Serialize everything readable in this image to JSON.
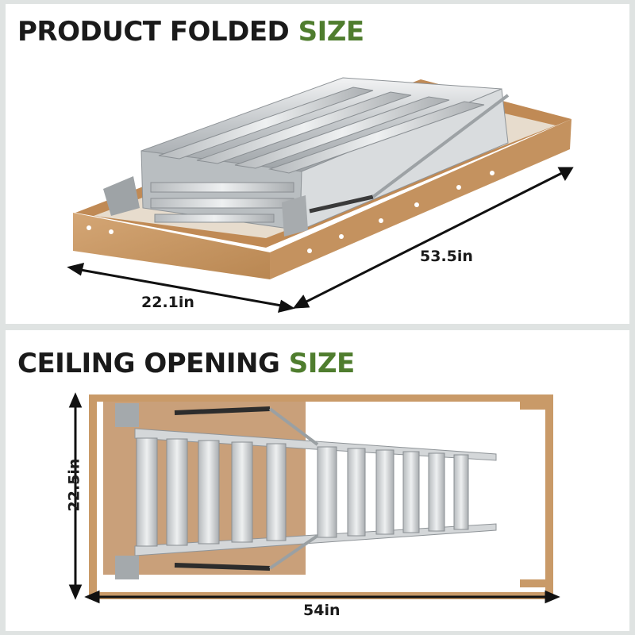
{
  "sections": [
    {
      "heading_main": "PRODUCT FOLDED ",
      "heading_accent": "SIZE"
    },
    {
      "heading_main": "CEILING OPENING ",
      "heading_accent": "SIZE"
    }
  ],
  "dimensions": {
    "folded_width": "22.1in",
    "folded_length": "53.5in",
    "opening_height": "22.5in",
    "opening_width": "54in"
  },
  "colors": {
    "accent": "#4f7d2e",
    "wood": "#c99a68",
    "aluminum": "#c9ccce"
  }
}
